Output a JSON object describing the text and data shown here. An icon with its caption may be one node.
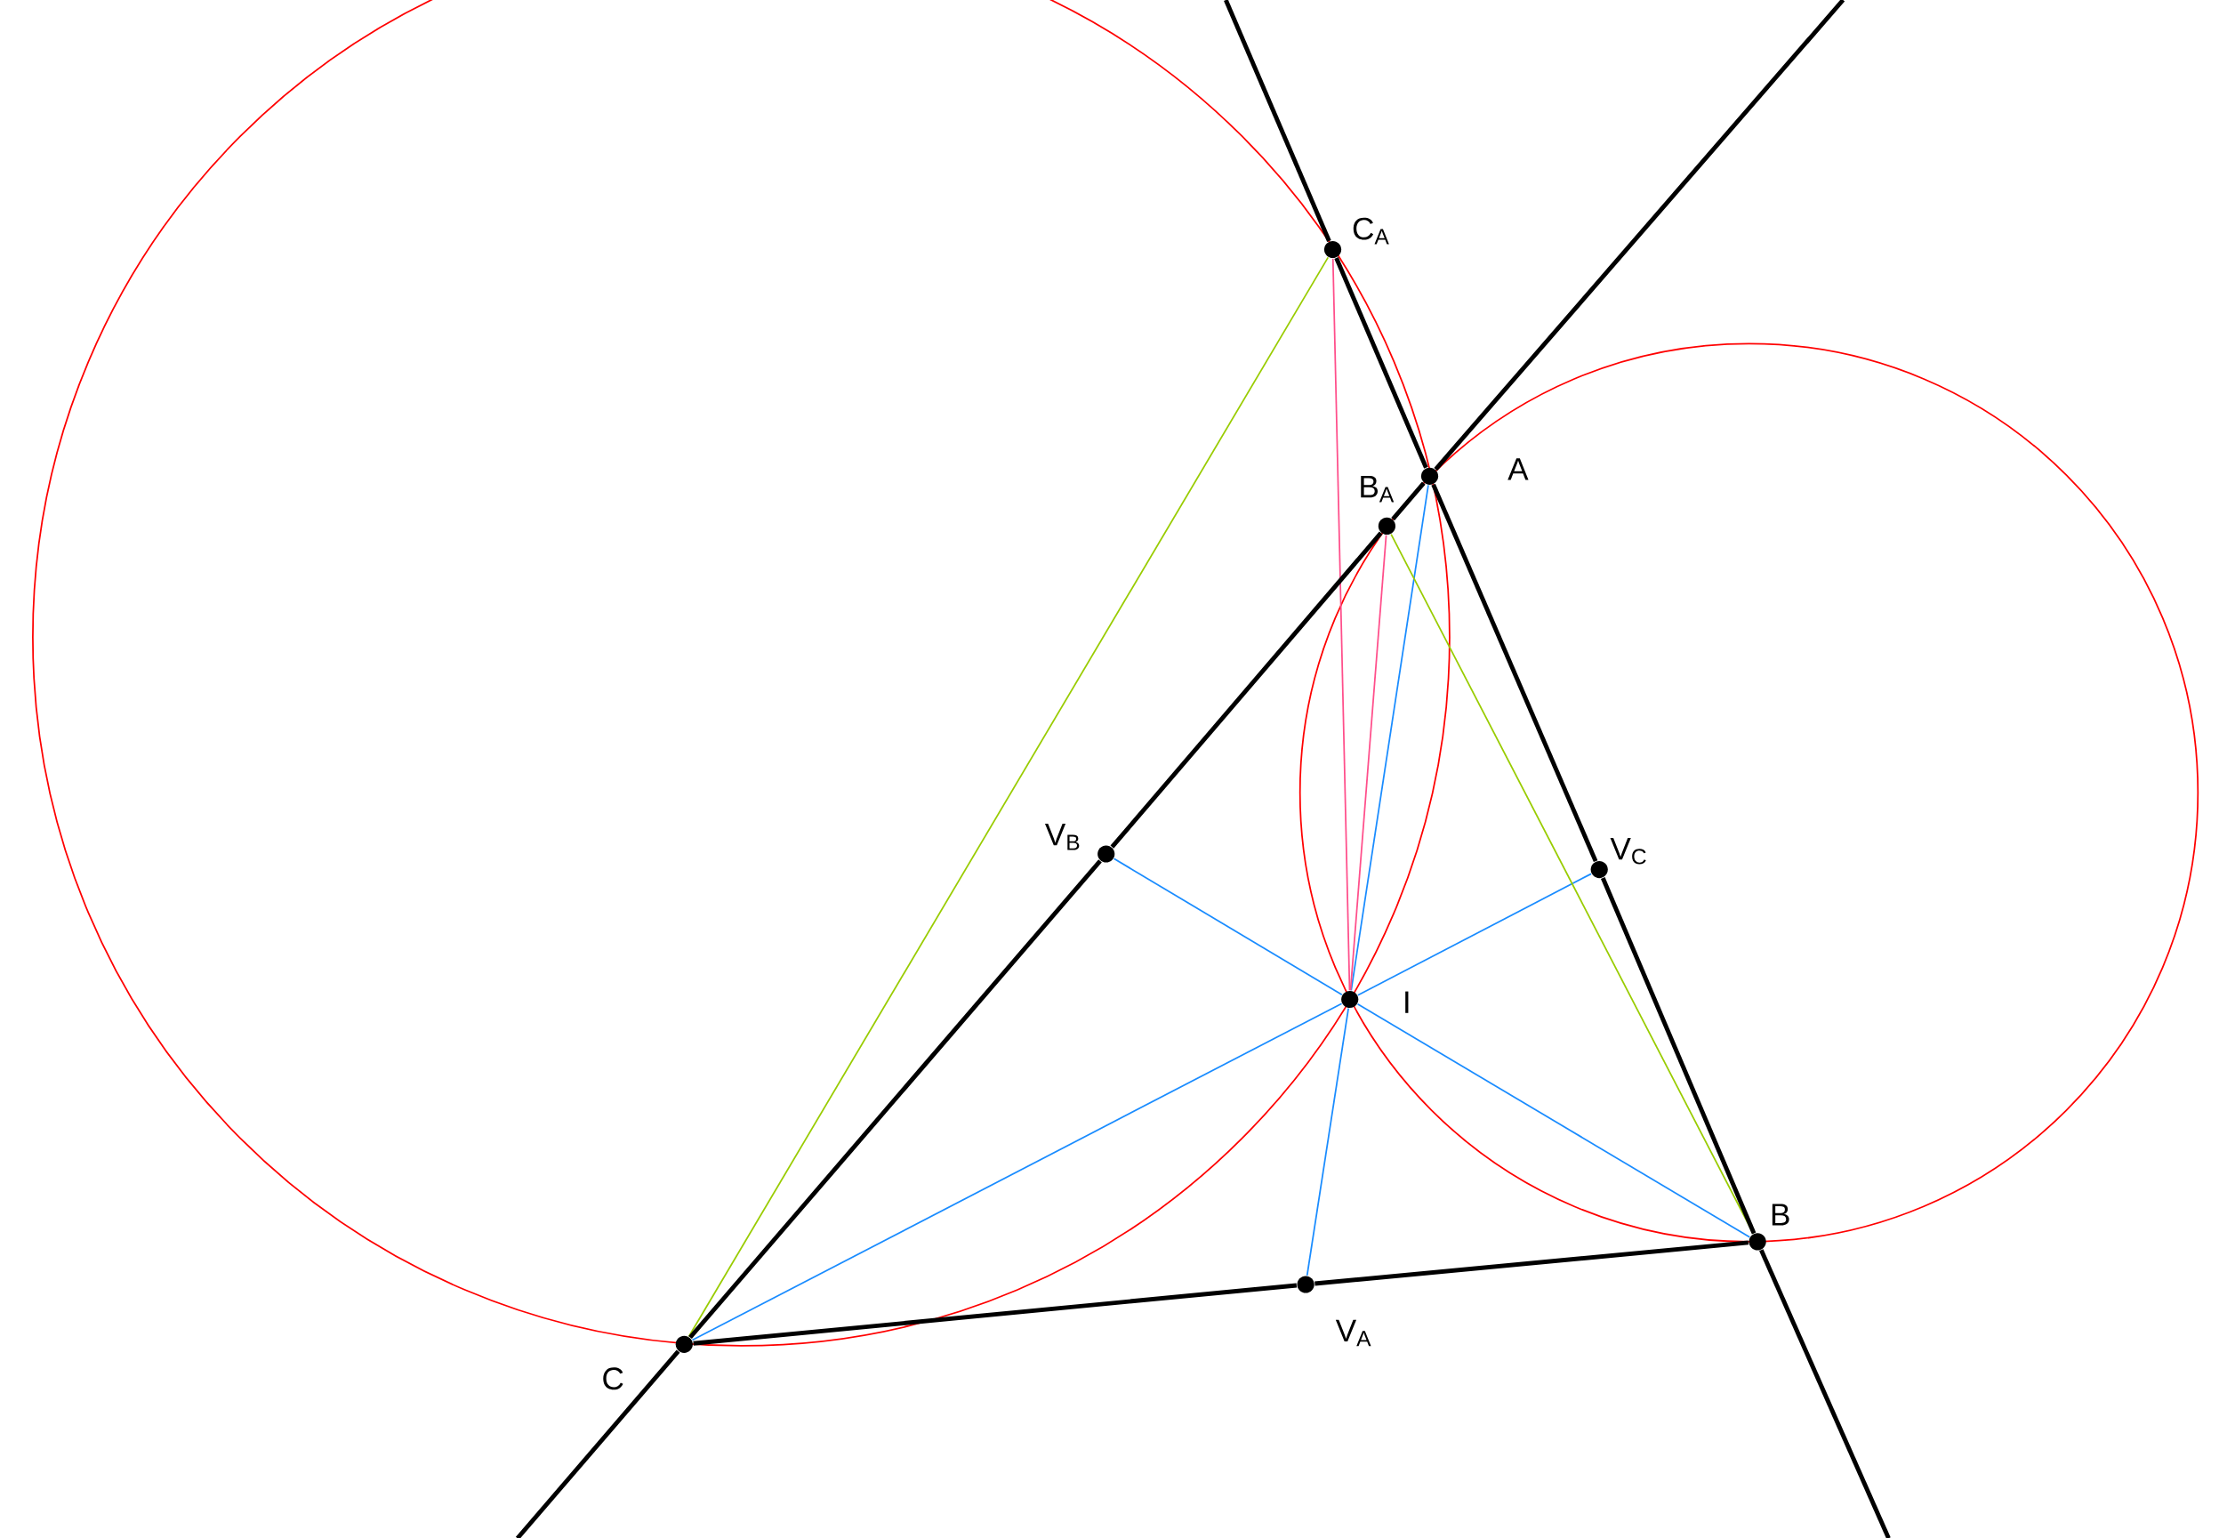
{
  "diagram": {
    "nodes": [
      {
        "text": [
          "C$_{A}$"
        ]
      },
      {
        "text": [
          "B$_{A}$"
        ]
      },
      {
        "text": [
          "A"
        ]
      },
      {
        "text": [
          "V$_{B}$"
        ]
      },
      {
        "text": [
          "V$_{C}$"
        ]
      },
      {
        "text": [
          "I"
        ]
      },
      {
        "text": [
          "B"
        ]
      },
      {
        "text": [
          "V$_{A}$"
        ]
      },
      {
        "text": [
          "C"
        ]
      }
    ],
    "edges": [
      {
        "from": null,
        "to": 0,
        "arrow": "none"
      },
      {
        "from": 0,
        "to": 2,
        "arrow": "none"
      },
      {
        "from": 2,
        "to": 4,
        "arrow": "none"
      },
      {
        "from": 4,
        "to": 6,
        "arrow": "none"
      },
      {
        "from": 6,
        "to": null,
        "arrow": "none"
      },
      {
        "from": null,
        "to": 8,
        "arrow": "none"
      },
      {
        "from": 8,
        "to": 3,
        "arrow": "none"
      },
      {
        "from": 3,
        "to": 1,
        "arrow": "none"
      },
      {
        "from": 1,
        "to": 2,
        "arrow": "none"
      },
      {
        "from": 2,
        "to": null,
        "arrow": "none"
      },
      {
        "from": 8,
        "to": 7,
        "arrow": "none"
      },
      {
        "from": 7,
        "to": 6,
        "arrow": "none"
      },
      {
        "from": 5,
        "to": 3,
        "arrow": "none",
        "color": "#1a8cff"
      },
      {
        "from": 5,
        "to": 4,
        "arrow": "none",
        "color": "#1a8cff"
      },
      {
        "from": 5,
        "to": 7,
        "arrow": "none",
        "color": "#1a8cff"
      },
      {
        "from": 5,
        "to": 2,
        "arrow": "none",
        "color": "#1a8cff"
      },
      {
        "from": 5,
        "to": 6,
        "arrow": "none",
        "color": "#1a8cff"
      },
      {
        "from": 5,
        "to": 8,
        "arrow": "none",
        "color": "#1a8cff"
      },
      {
        "from": 0,
        "to": 5,
        "arrow": "none",
        "color": "#ff4f8b"
      },
      {
        "from": 1,
        "to": 5,
        "arrow": "none",
        "color": "#ff4f8b"
      },
      {
        "from": 0,
        "to": 8,
        "arrow": "none",
        "color": "#99cc00"
      },
      {
        "from": 1,
        "to": 6,
        "arrow": "none",
        "color": "#99cc00"
      }
    ]
  }
}
